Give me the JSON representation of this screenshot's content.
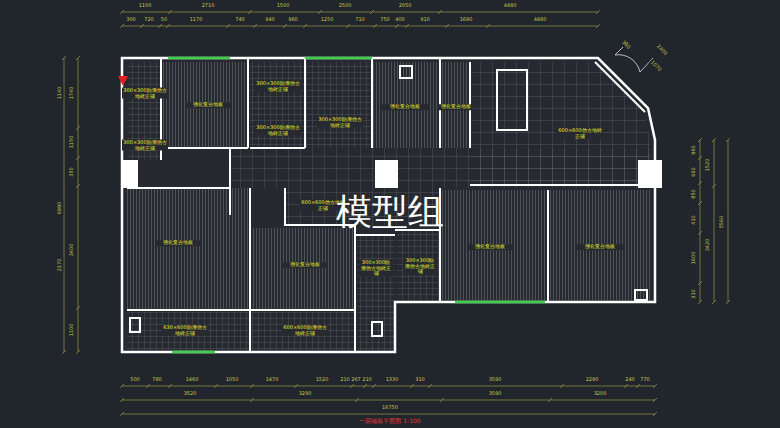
{
  "diagram": {
    "caption": "一层铺装平面图 1:100",
    "labels": [
      "1100",
      "2710",
      "1500",
      "2500",
      "2050",
      "4480",
      "300",
      "720",
      "50",
      "1170",
      "740",
      "940",
      "960",
      "1250",
      "710",
      "750",
      "400",
      "910",
      "1690",
      "4480",
      "360",
      "2400",
      "1070",
      "6990",
      "1140",
      "1740",
      "1150",
      "350",
      "2170",
      "3400",
      "1100",
      "960",
      "660",
      "850",
      "410",
      "1600",
      "310",
      "1520",
      "3420",
      "5560",
      "500",
      "780",
      "1460",
      "1050",
      "1470",
      "1520",
      "210",
      "267",
      "210",
      "1330",
      "310",
      "3590",
      "2290",
      "240",
      "770",
      "3520",
      "3290",
      "3590",
      "3200",
      "16750",
      "300×300防滑仿古地砖正铺",
      "强化复合地板",
      "300×300防滑仿古地砖正铺",
      "300×300防滑仿古地砖正铺",
      "300×300防滑仿古地砖正铺",
      "强化复合地板",
      "强化复合地板",
      "600×600仿古地砖正铺",
      "300×300防滑仿古地砖正铺",
      "600×600仿古地砖正铺",
      "强化复合地板",
      "强化复合地板",
      "300×300防滑仿古地砖正铺",
      "300×300防滑仿古地砖正铺",
      "强化复合地板",
      "强化复合地板",
      "630×600防滑仿古地砖正铺",
      "600×600防滑仿古地砖正铺",
      "模型组"
    ]
  }
}
